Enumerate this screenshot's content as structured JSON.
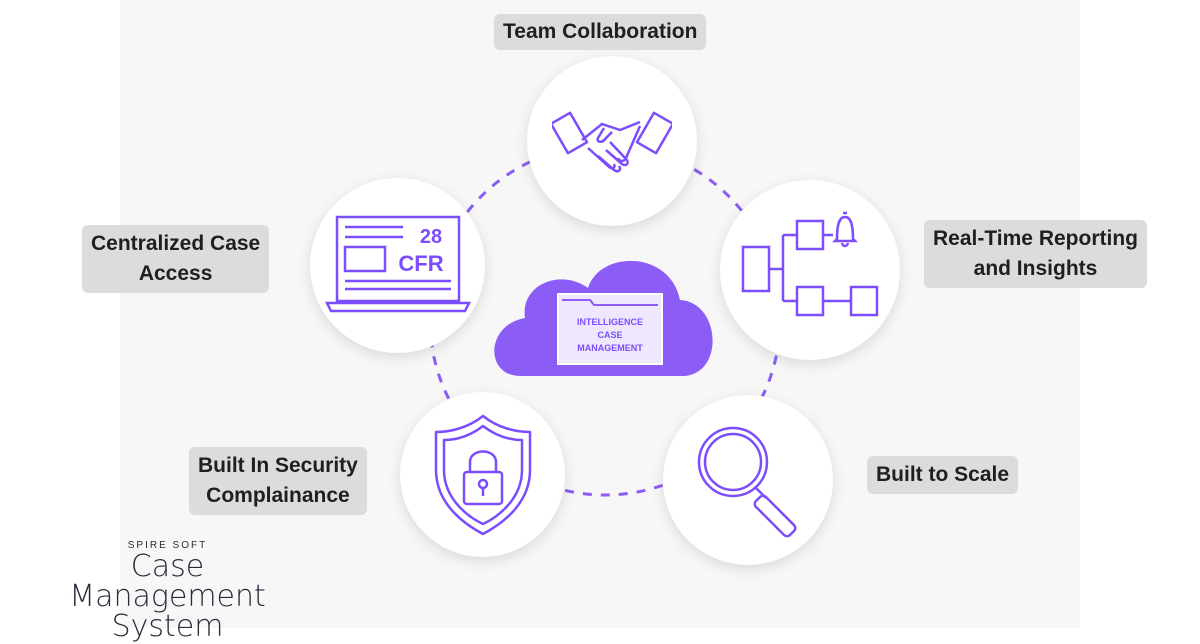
{
  "colors": {
    "accent": "#8b5cf6",
    "icon": "#7c4dff",
    "label_bg": "#dcdcdc"
  },
  "hub": {
    "icon": "cloud-folder-icon",
    "line1": "INTELLIGENCE",
    "line2": "CASE",
    "line3": "MANAGEMENT"
  },
  "nodes": {
    "team": {
      "icon": "handshake-icon",
      "label": "Team Collaboration"
    },
    "reporting": {
      "icon": "flowchart-bell-icon",
      "label_line1": "Real-Time Reporting",
      "label_line2": "and Insights"
    },
    "scale": {
      "icon": "magnifier-icon",
      "label": "Built to Scale"
    },
    "security": {
      "icon": "shield-lock-icon",
      "label_line1": "Built In Security",
      "label_line2": "Complainance"
    },
    "access": {
      "icon": "laptop-document-icon",
      "label_line1": "Centralized Case",
      "label_line2": "Access",
      "laptop_text_1": "28",
      "laptop_text_2": "CFR"
    }
  },
  "brand": {
    "small": "SPIRE SOFT",
    "line1": "Case Management",
    "line2": "System"
  }
}
